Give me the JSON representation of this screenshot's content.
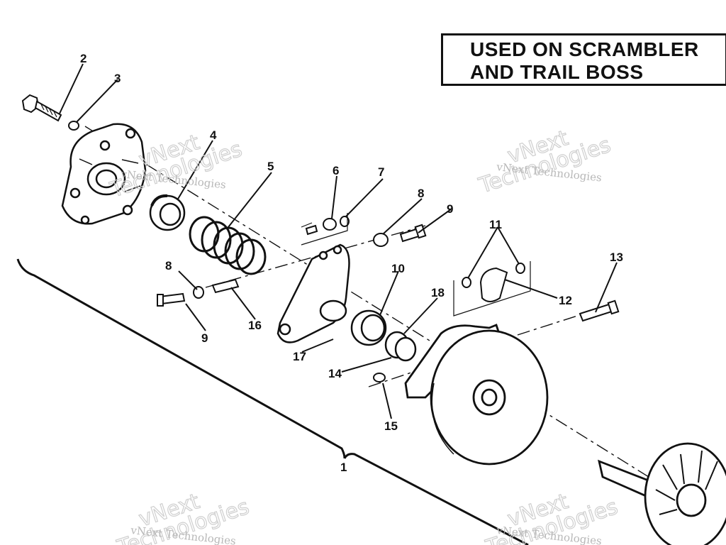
{
  "note": {
    "line1": "USED ON SCRAMBLER",
    "line2": "AND TRAIL BOSS"
  },
  "callouts": [
    {
      "id": "c2",
      "label": "2"
    },
    {
      "id": "c3",
      "label": "3"
    },
    {
      "id": "c4",
      "label": "4"
    },
    {
      "id": "c5",
      "label": "5"
    },
    {
      "id": "c6",
      "label": "6"
    },
    {
      "id": "c7",
      "label": "7"
    },
    {
      "id": "c8a",
      "label": "8"
    },
    {
      "id": "c9a",
      "label": "9"
    },
    {
      "id": "c11",
      "label": "11"
    },
    {
      "id": "c13",
      "label": "13"
    },
    {
      "id": "c8b",
      "label": "8"
    },
    {
      "id": "c10",
      "label": "10"
    },
    {
      "id": "c18",
      "label": "18"
    },
    {
      "id": "c12",
      "label": "12"
    },
    {
      "id": "c16",
      "label": "16"
    },
    {
      "id": "c9b",
      "label": "9"
    },
    {
      "id": "c17",
      "label": "17"
    },
    {
      "id": "c14",
      "label": "14"
    },
    {
      "id": "c15",
      "label": "15"
    },
    {
      "id": "c1",
      "label": "1"
    }
  ],
  "watermark": {
    "text": "vNext Technologies",
    "big_top": "vNext",
    "big_bottom": "Technologies"
  }
}
